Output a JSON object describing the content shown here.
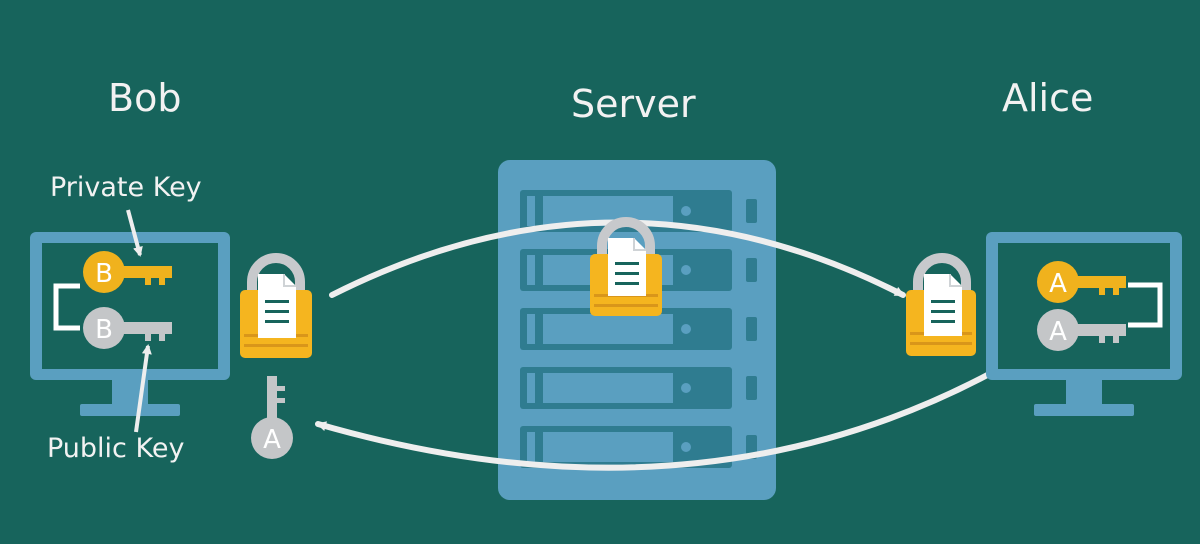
{
  "titles": {
    "bob": "Bob",
    "server": "Server",
    "alice": "Alice"
  },
  "labels": {
    "private_key": "Private Key",
    "public_key": "Public Key"
  },
  "key_letters": {
    "bob": "B",
    "alice": "A"
  },
  "colors": {
    "background": "#17645c",
    "monitor": "#5a9fc0",
    "monitor_screen": "#17645c",
    "server_body": "#5a9fc0",
    "server_slot": "#2f7c90",
    "lock_shackle": "#c7c9cc",
    "lock_body": "#f5b51f",
    "document": "#ffffff",
    "key_gold": "#f0b21d",
    "key_gray": "#c4c6c8",
    "arrow": "#eeeeee",
    "text": "#f2f2f2"
  }
}
